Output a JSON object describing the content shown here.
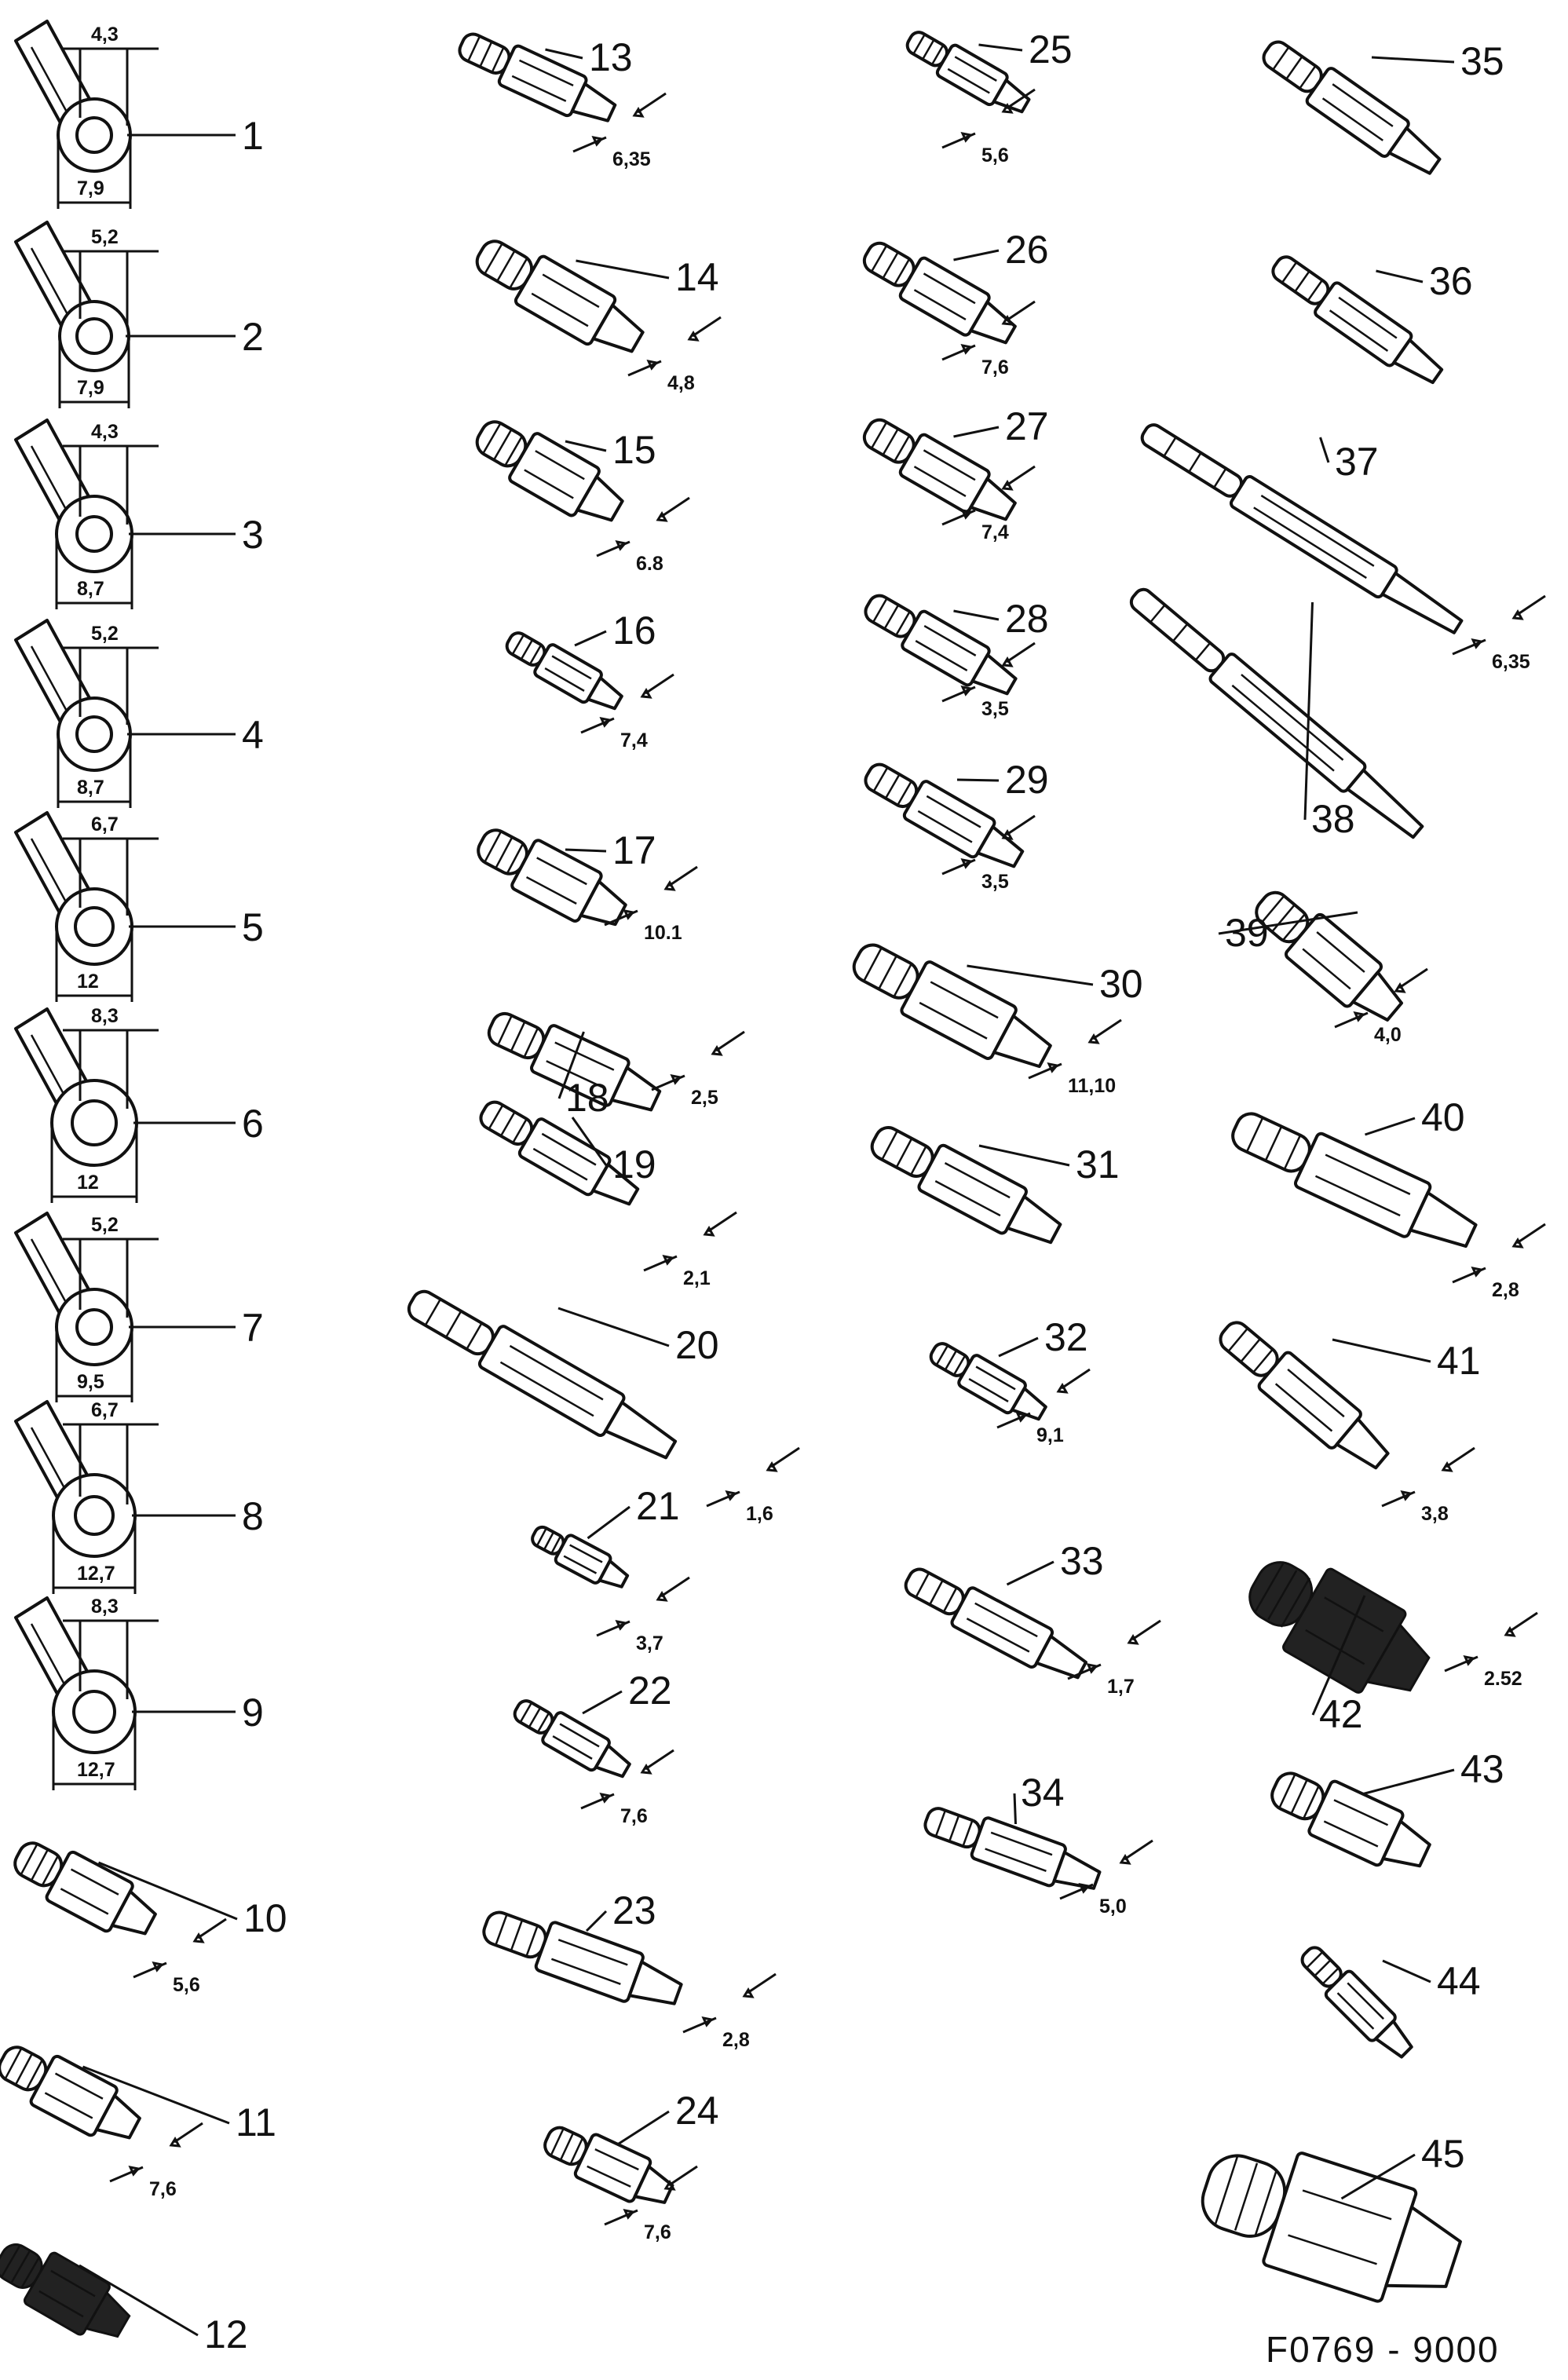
{
  "figure_code": "F0769 - 9000",
  "terminals": [
    {
      "number": "1",
      "dims": [
        "4,3",
        "7,9"
      ]
    },
    {
      "number": "2",
      "dims": [
        "5,2",
        "7,9"
      ]
    },
    {
      "number": "3",
      "dims": [
        "4,3",
        "8,7"
      ]
    },
    {
      "number": "4",
      "dims": [
        "5,2",
        "8,7"
      ]
    },
    {
      "number": "5",
      "dims": [
        "6,7",
        "12"
      ]
    },
    {
      "number": "6",
      "dims": [
        "8,3",
        "12"
      ]
    },
    {
      "number": "7",
      "dims": [
        "5,2",
        "9,5"
      ]
    },
    {
      "number": "8",
      "dims": [
        "6,7",
        "12,7"
      ]
    },
    {
      "number": "9",
      "dims": [
        "8,3",
        "12,7"
      ]
    },
    {
      "number": "10",
      "dims": [
        "5,6"
      ]
    },
    {
      "number": "11",
      "dims": [
        "7,6"
      ]
    },
    {
      "number": "12",
      "dims": []
    },
    {
      "number": "13",
      "dims": [
        "6,35"
      ]
    },
    {
      "number": "14",
      "dims": [
        "4,8"
      ]
    },
    {
      "number": "15",
      "dims": [
        "6.8"
      ]
    },
    {
      "number": "16",
      "dims": [
        "7,4"
      ]
    },
    {
      "number": "17",
      "dims": [
        "10.1"
      ]
    },
    {
      "number": "18",
      "dims": [
        "2,5"
      ]
    },
    {
      "number": "19",
      "dims": [
        "2,1"
      ]
    },
    {
      "number": "20",
      "dims": [
        "1,6"
      ]
    },
    {
      "number": "21",
      "dims": [
        "3,7"
      ]
    },
    {
      "number": "22",
      "dims": [
        "7,6"
      ]
    },
    {
      "number": "23",
      "dims": [
        "2,8"
      ]
    },
    {
      "number": "24",
      "dims": [
        "7,6"
      ]
    },
    {
      "number": "25",
      "dims": [
        "5,6"
      ]
    },
    {
      "number": "26",
      "dims": [
        "7,6"
      ]
    },
    {
      "number": "27",
      "dims": [
        "7,4"
      ]
    },
    {
      "number": "28",
      "dims": [
        "3,5"
      ]
    },
    {
      "number": "29",
      "dims": [
        "3,5"
      ]
    },
    {
      "number": "30",
      "dims": [
        "11,10"
      ]
    },
    {
      "number": "31",
      "dims": []
    },
    {
      "number": "32",
      "dims": [
        "9,1"
      ]
    },
    {
      "number": "33",
      "dims": [
        "1,7"
      ]
    },
    {
      "number": "34",
      "dims": [
        "5,0"
      ]
    },
    {
      "number": "35",
      "dims": []
    },
    {
      "number": "36",
      "dims": []
    },
    {
      "number": "37",
      "dims": [
        "6,35"
      ]
    },
    {
      "number": "38",
      "dims": []
    },
    {
      "number": "39",
      "dims": [
        "4,0"
      ]
    },
    {
      "number": "40",
      "dims": [
        "2,8"
      ]
    },
    {
      "number": "41",
      "dims": [
        "3,8"
      ]
    },
    {
      "number": "42",
      "dims": [
        "2.52"
      ]
    },
    {
      "number": "43",
      "dims": []
    },
    {
      "number": "44",
      "dims": []
    },
    {
      "number": "45",
      "dims": []
    }
  ]
}
